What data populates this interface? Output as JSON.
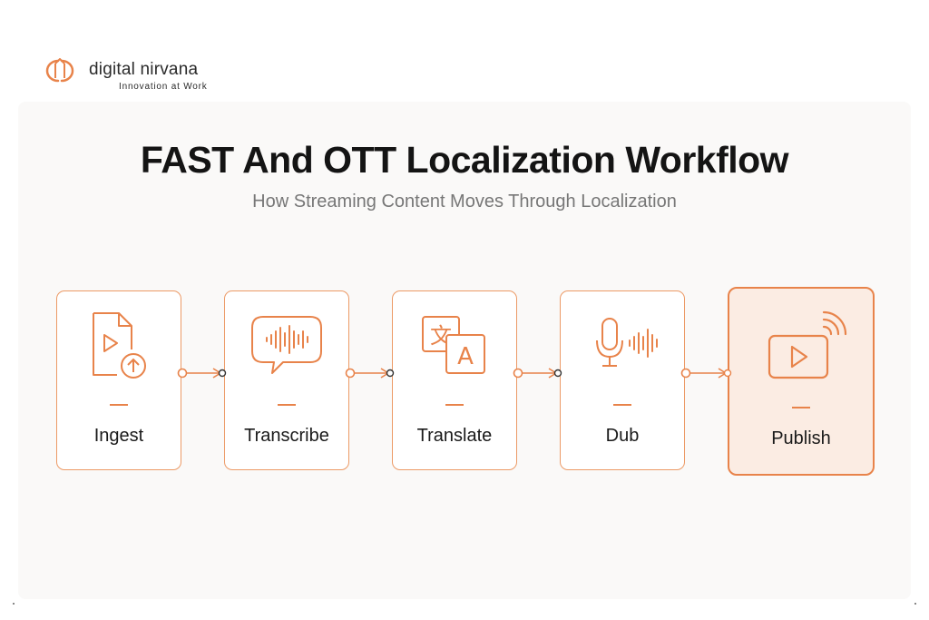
{
  "brand": {
    "name": "digital nirvana",
    "tagline": "Innovation at Work",
    "accent_color": "#e8834a"
  },
  "header": {
    "title": "FAST And OTT Localization Workflow",
    "subtitle": "How Streaming Content Moves Through Localization"
  },
  "workflow": {
    "steps": [
      {
        "label": "Ingest",
        "icon": "video-file-upload-icon",
        "highlighted": false
      },
      {
        "label": "Transcribe",
        "icon": "speech-bubble-waveform-icon",
        "highlighted": false
      },
      {
        "label": "Translate",
        "icon": "translate-icon",
        "highlighted": false
      },
      {
        "label": "Dub",
        "icon": "microphone-waveform-icon",
        "highlighted": false
      },
      {
        "label": "Publish",
        "icon": "broadcast-screen-icon",
        "highlighted": true
      }
    ],
    "colors": {
      "border": "#ec9a66",
      "highlight_fill": "#fbece3",
      "icon_stroke": "#e8834a"
    }
  }
}
